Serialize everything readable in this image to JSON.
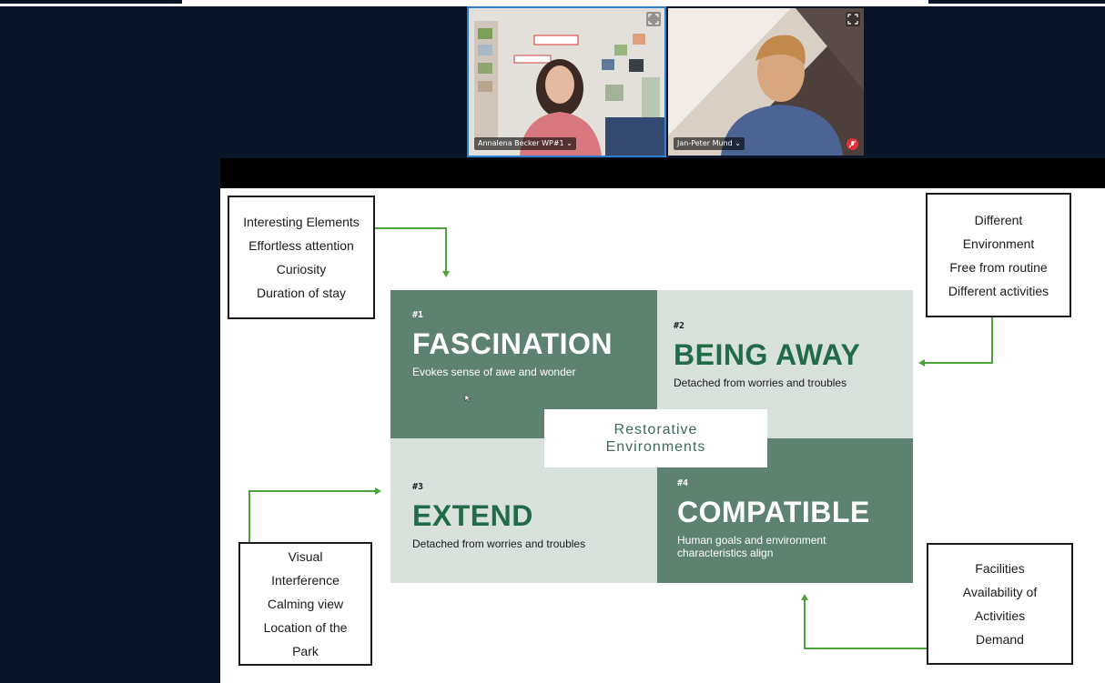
{
  "video_call": {
    "participants": [
      {
        "name": "Annalena Becker WP#1",
        "chevron": "⌄",
        "active": true
      },
      {
        "name": "Jan-Peter Mund",
        "chevron": "⌄",
        "muted": true
      }
    ]
  },
  "slide": {
    "center_label": {
      "line1": "Restorative",
      "line2": "Environments"
    },
    "quadrants": [
      {
        "num": "#1",
        "title": "FASCINATION",
        "desc": "Evokes sense of awe and wonder"
      },
      {
        "num": "#2",
        "title": "BEING AWAY",
        "desc": "Detached from worries and troubles"
      },
      {
        "num": "#3",
        "title": "EXTEND",
        "desc": "Detached from worries and troubles"
      },
      {
        "num": "#4",
        "title": "COMPATIBLE",
        "desc": "Human goals and environment characteristics align"
      }
    ],
    "boxes": {
      "top_left": [
        "Interesting Elements",
        "Effortless attention",
        "Curiosity",
        "Duration of stay"
      ],
      "top_right": [
        "Different",
        "Environment",
        "Free from routine",
        "Different activities"
      ],
      "bottom_left": [
        "Visual",
        "Interference",
        "Calming view",
        "Location of the",
        "Park"
      ],
      "bottom_right": [
        "Facilities",
        "Availability of",
        "Activities",
        "Demand"
      ]
    }
  },
  "colors": {
    "background": "#0a1628",
    "dark_green": "#5e8270",
    "light_green": "#d8e1dc",
    "title_green": "#226b48",
    "arrow_green": "#4ca33b",
    "active_border": "#2f7fd1"
  }
}
